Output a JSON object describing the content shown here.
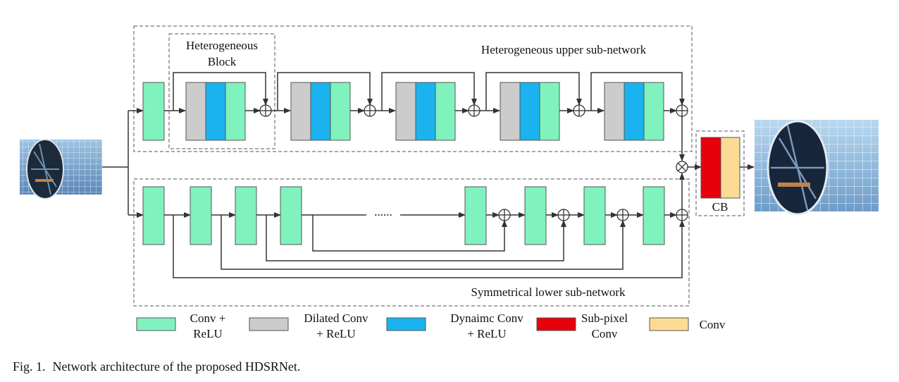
{
  "labels": {
    "hetero_block": [
      "Heterogeneous",
      "Block"
    ],
    "upper_title": "Heterogeneous upper sub-network",
    "lower_title": "Symmetrical lower sub-network",
    "cb": "CB",
    "ellipsis": "......"
  },
  "legend": [
    {
      "lines": [
        "Conv +",
        "ReLU"
      ],
      "color": "#7ff2bd"
    },
    {
      "lines": [
        "Dilated Conv",
        "+ ReLU"
      ],
      "color": "#cccccc"
    },
    {
      "lines": [
        "Dynaimc Conv",
        "+ ReLU"
      ],
      "color": "#1ab3f0"
    },
    {
      "lines": [
        "Sub-pixel",
        "Conv"
      ],
      "color": "#e8000d"
    },
    {
      "lines": [
        "Conv"
      ],
      "color": "#fcdc94"
    }
  ],
  "caption": {
    "number": "Fig. 1.",
    "text": "Network architecture of the proposed HDSRNet."
  },
  "colors": {
    "conv_relu": "#7ff2bd",
    "dilated": "#cccccc",
    "dynamic": "#1ab3f0",
    "subpixel": "#e8000d",
    "conv": "#fcdc94"
  },
  "icons": {
    "input": "input-image",
    "output": "output-image",
    "sum": "circle-plus-icon",
    "multiply": "circle-times-icon"
  }
}
